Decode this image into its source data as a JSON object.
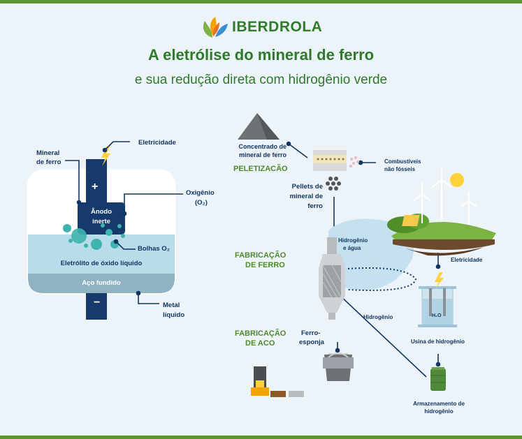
{
  "brand": {
    "name": "IBERDROLA"
  },
  "title": {
    "line1": "A eletrólise do mineral de ferro",
    "line2": "e sua redução direta com hidrogênio verde"
  },
  "left": {
    "eletricidade": "Eletricidade",
    "mineral_l1": "Mineral",
    "mineral_l2": "de ferro",
    "plus": "+",
    "minus": "−",
    "anodo_l1": "Ânodo",
    "anodo_l2": "inerte",
    "oxigenio_l1": "Oxigênio",
    "oxigenio_l2": "(O₂)",
    "bolhas": "Bolhas O₂",
    "eletrolito": "Eletrólito de óxido líquido",
    "aco": "Aço fundido",
    "metal_l1": "Metal",
    "metal_l2": "líquido"
  },
  "right": {
    "concentrado_l1": "Concentrado de",
    "concentrado_l2": "mineral de ferro",
    "peletizacao": "PELETIZACÃO",
    "combustiveis_l1": "Combustíveis",
    "combustiveis_l2": "não fósseis",
    "pellets_l1": "Pellets de",
    "pellets_l2": "mineral de",
    "pellets_l3": "ferro",
    "hidrogenio_agua_l1": "Hidrogênio",
    "hidrogenio_agua_l2": "e água",
    "fab_ferro_l1": "FABRICAÇÃO",
    "fab_ferro_l2": "DE FERRO",
    "eletricidade": "Eletricidade",
    "hidrogenio": "Hidrogênio",
    "h2o": "H₂O",
    "usina": "Usina de hidrogênio",
    "fab_aco_l1": "FABRICAÇÃO",
    "fab_aco_l2": "DE ACO",
    "ferro_esponja_l1": "Ferro-",
    "ferro_esponja_l2": "esponja",
    "armazenamento_l1": "Armazenamento de",
    "armazenamento_l2": "hidrogênio"
  },
  "colors": {
    "green": "#2c7a2a",
    "navy": "#123561",
    "stage": "#4d8a2a",
    "bg": "#edf4f9"
  }
}
